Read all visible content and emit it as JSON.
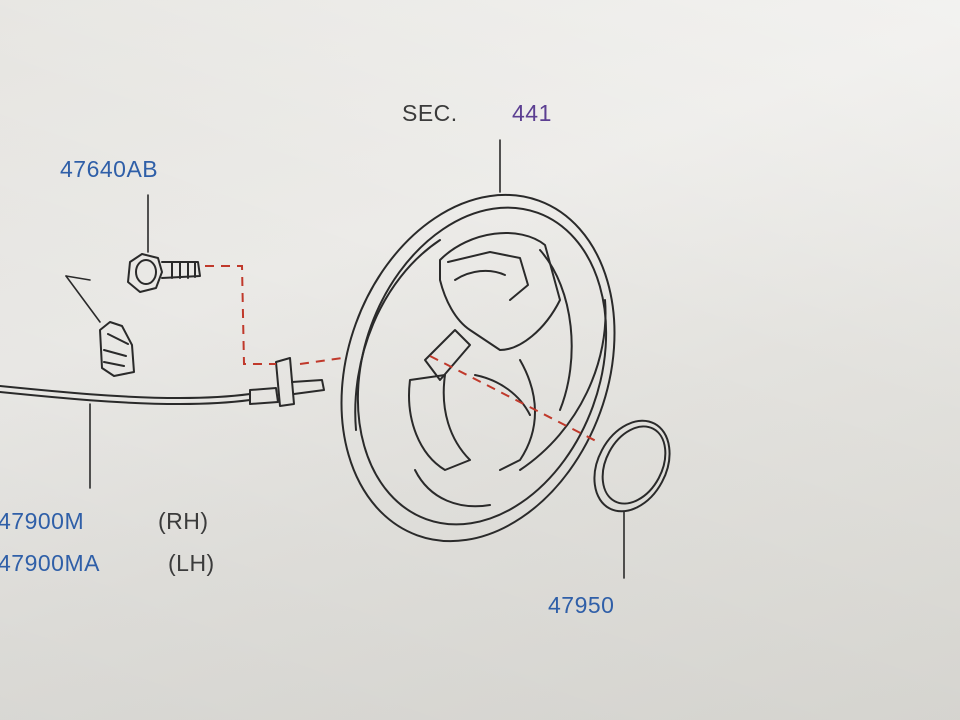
{
  "section": {
    "prefix": "SEC.",
    "number": "441"
  },
  "parts": {
    "bolt": "47640AB",
    "seal_ring": "47950",
    "sensor_rh": {
      "number": "47900M",
      "side": "(RH)"
    },
    "sensor_lh": {
      "number": "47900MA",
      "side": "(LH)"
    }
  },
  "colors": {
    "label_blue": "#2f5fa8",
    "section_purple": "#5c3f92",
    "leader_red": "#c0392b",
    "line_art": "#2a2a2a"
  }
}
